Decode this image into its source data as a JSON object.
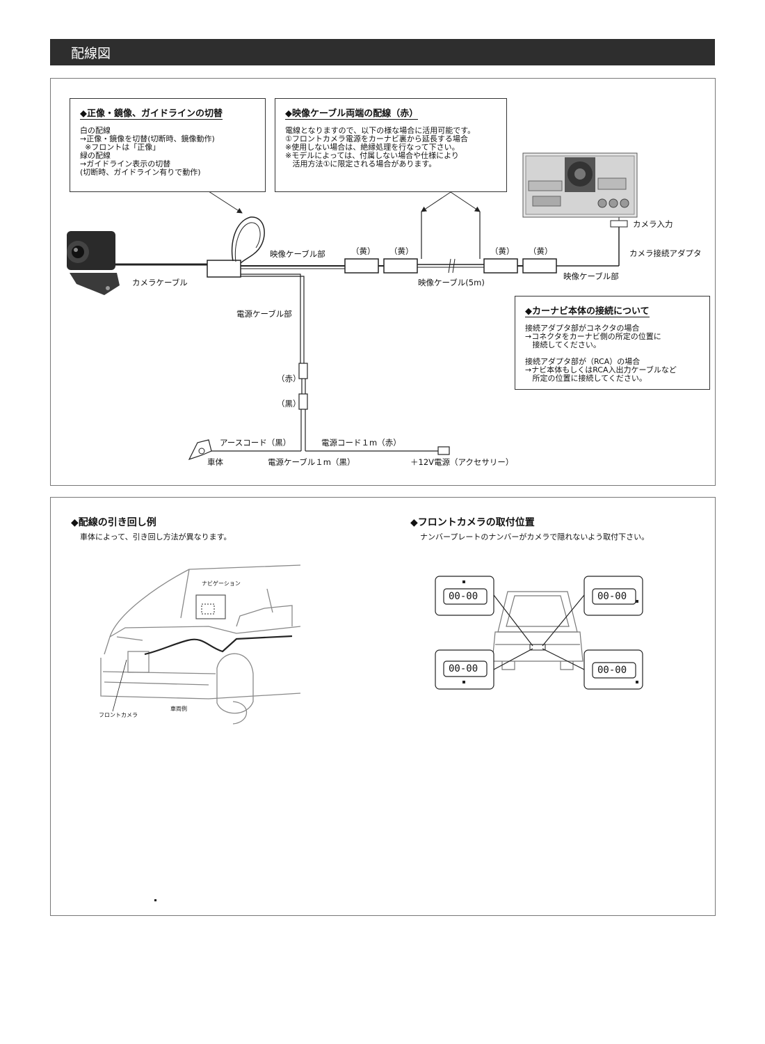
{
  "header": {
    "title": "配線図"
  },
  "box_guide": {
    "title": "◆正像・鏡像、ガイドラインの切替",
    "lines": [
      "白の配線",
      "→正像・鏡像を切替(切断時、鏡像動作)",
      "  ※フロントは「正像」",
      "緑の配線",
      "→ガイドライン表示の切替",
      "(切断時、ガイドライン有りで動作)"
    ]
  },
  "box_video": {
    "title": "◆映像ケーブル両端の配線（赤）",
    "lines": [
      "電線となりますので、以下の様な場合に活用可能です。",
      "①フロントカメラ電源をカーナビ裏から延長する場合",
      "※使用しない場合は、絶縁処理を行なって下さい。",
      "※モデルによっては、付属しない場合や仕様により",
      "   活用方法①に限定される場合があります。"
    ]
  },
  "box_navi": {
    "title": "◆カーナビ本体の接続について",
    "lines": [
      "接続アダプタ部がコネクタの場合",
      "→コネクタをカーナビ側の所定の位置に",
      "   接続してください。",
      "",
      "接続アダプタ部が（RCA）の場合",
      "→ナビ本体もしくはRCA入出力ケーブルなど",
      "   所定の位置に接続してください。"
    ]
  },
  "labels": {
    "camera_input": "カメラ入力",
    "camera_adapter": "カメラ接続アダプタ",
    "video_cable_part_left": "映像ケーブル部",
    "video_cable_part_right": "映像ケーブル部",
    "yellow": "（黄）",
    "video_cable_5m": "映像ケーブル(5m)",
    "camera_cable": "カメラケーブル",
    "power_cable_part": "電源ケーブル部",
    "red": "（赤）",
    "black": "（黒）",
    "earth_cord": "アースコード（黒）",
    "power_cord": "電源コード１m（赤）",
    "body": "車体",
    "power_cable_1m": "電源ケーブル１m（黒）",
    "power_12v": "＋12V電源（アクセサリー）"
  },
  "routing": {
    "title": "◆配線の引き回し例",
    "subtitle": "車体によって、引き回し方法が異なります。",
    "navigation_label": "ナビゲーション",
    "front_camera_label": "フロントカメラ",
    "car_example_label": "車両例"
  },
  "mounting": {
    "title": "◆フロントカメラの取付位置",
    "subtitle": "ナンバープレートのナンバーがカメラで隠れないよう取付下さい。",
    "plate_text": "00-00"
  }
}
